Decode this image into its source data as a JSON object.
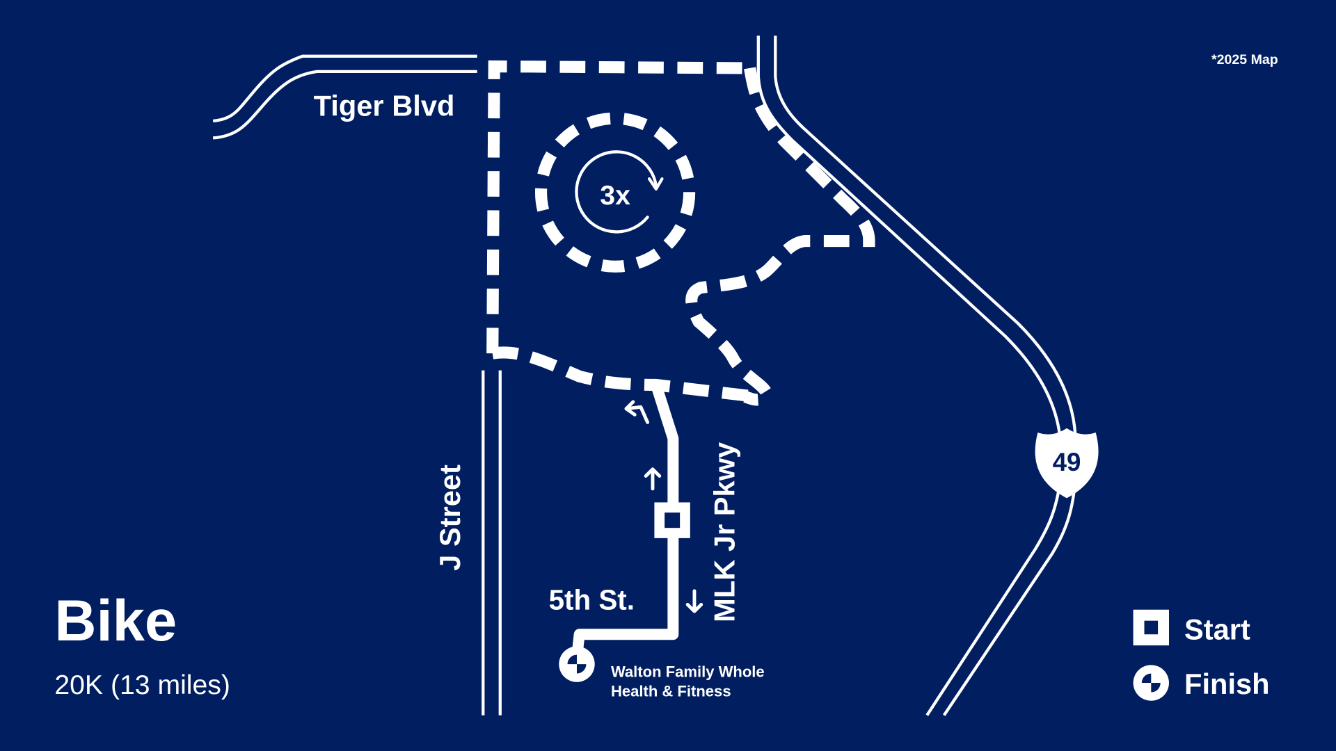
{
  "title": "Bike",
  "distance": "20K (13 miles)",
  "map_year_note": "*2025 Map",
  "colors": {
    "background": "#001e60",
    "foreground": "#ffffff"
  },
  "streets": {
    "tiger_blvd": "Tiger Blvd",
    "j_street": "J Street",
    "mlk": "MLK Jr Pkwy",
    "fifth_st": "5th St.",
    "interstate": "49"
  },
  "loop_label": "3x",
  "finish_location": {
    "line1": "Walton Family Whole",
    "line2": "Health & Fitness"
  },
  "legend": {
    "start": "Start",
    "finish": "Finish"
  }
}
